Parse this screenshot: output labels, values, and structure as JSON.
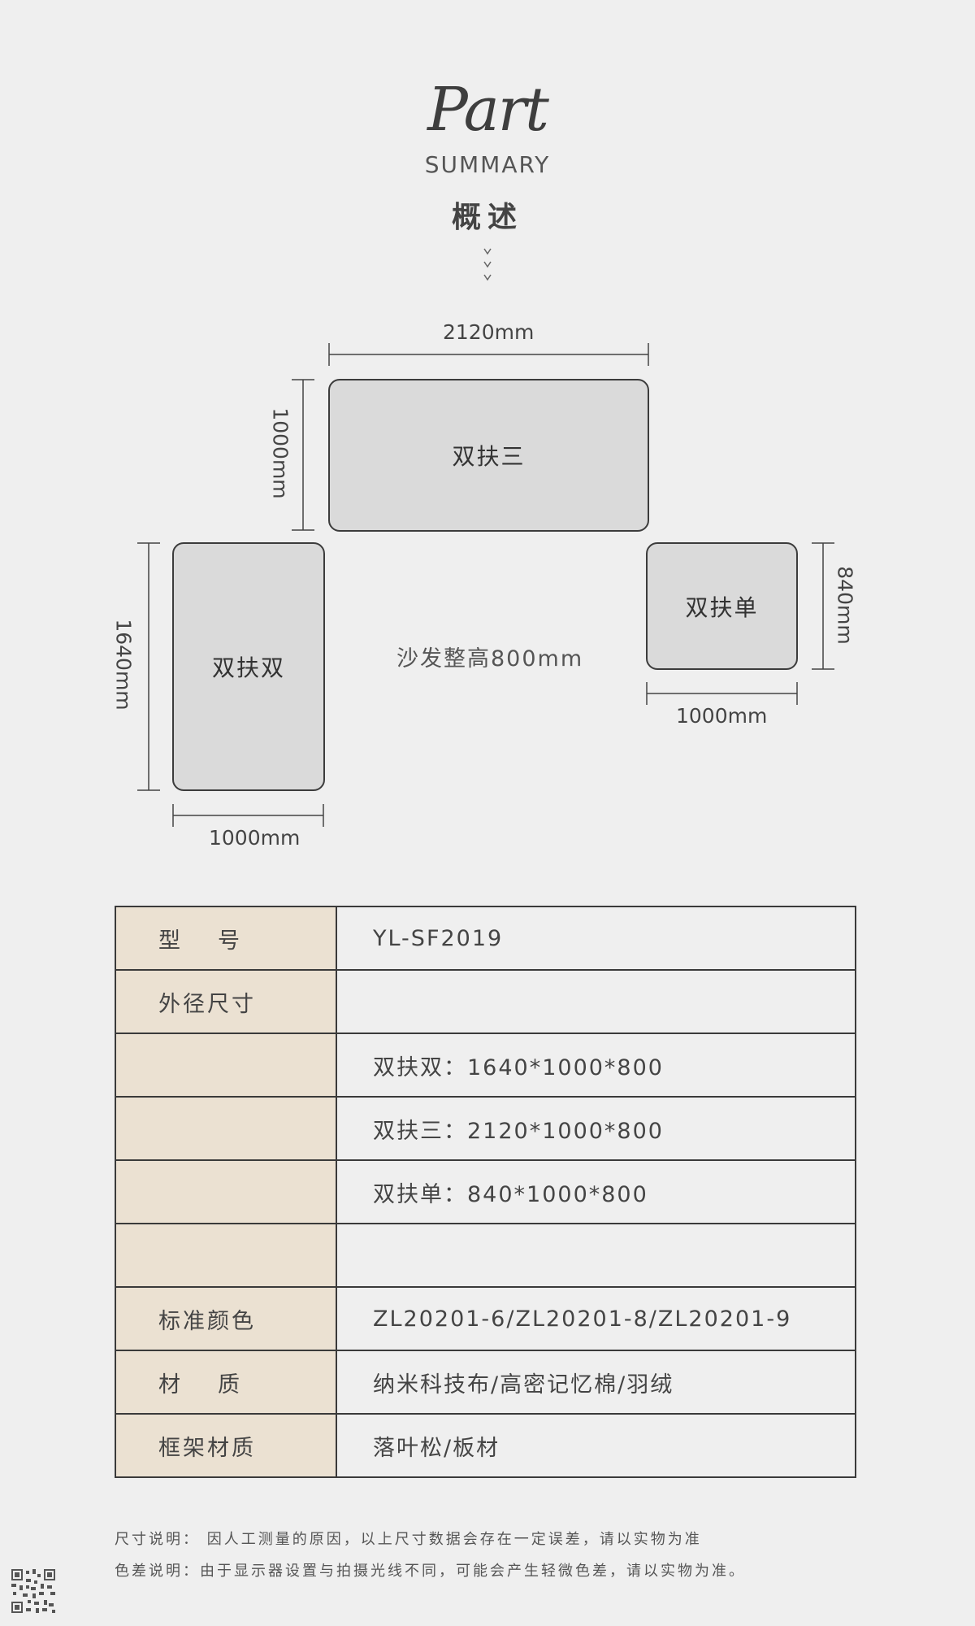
{
  "header": {
    "script_title": "Part",
    "subtitle": "SUMMARY",
    "title_cn": "概述"
  },
  "diagram": {
    "top_box": {
      "label": "双扶三",
      "width_label": "2120mm",
      "depth_label": "1000mm"
    },
    "left_box": {
      "label": "双扶双",
      "width_label": "1000mm",
      "depth_label": "1640mm"
    },
    "right_box": {
      "label": "双扶单",
      "width_label": "1000mm",
      "depth_label": "840mm"
    },
    "height_note": "沙发整高800mm"
  },
  "spec_table": {
    "rows": [
      {
        "label": "型号",
        "value": "YL-SF2019"
      },
      {
        "label": "外径尺寸",
        "value": ""
      },
      {
        "label": "",
        "value": "双扶双：1640*1000*800"
      },
      {
        "label": "",
        "value": "双扶三：2120*1000*800"
      },
      {
        "label": "",
        "value": "双扶单：840*1000*800"
      },
      {
        "label": "",
        "value": ""
      },
      {
        "label": "标准颜色",
        "value": "ZL20201-6/ZL20201-8/ZL20201-9"
      },
      {
        "label": "材质",
        "value": "纳米科技布/高密记忆棉/羽绒"
      },
      {
        "label": "框架材质",
        "value": "落叶松/板材"
      }
    ]
  },
  "footer": {
    "size_note": "尺寸说明： 因人工测量的原因，以上尺寸数据会存在一定误差，请以实物为准",
    "color_note": "色差说明：由于显示器设置与拍摄光线不同，可能会产生轻微色差，请以实物为准。"
  },
  "colors": {
    "background": "#efefef",
    "label_cell": "#ebe1d2",
    "box_fill": "#dadada",
    "line": "#3a3a3a"
  }
}
